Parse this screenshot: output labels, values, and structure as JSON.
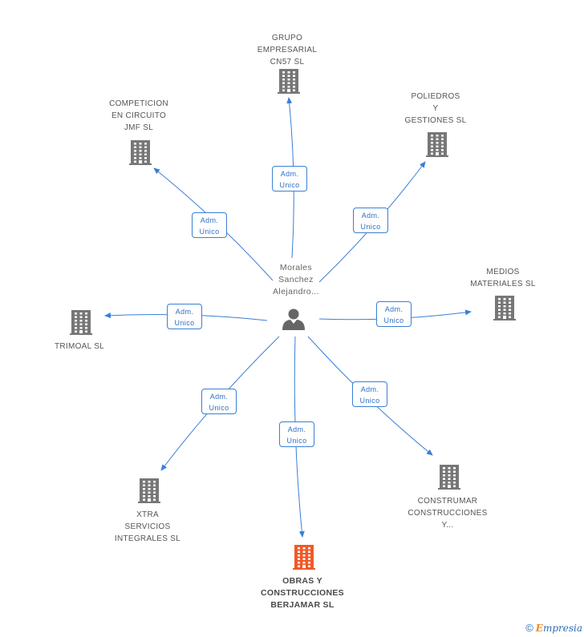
{
  "center": {
    "lines": [
      "Morales",
      "Sanchez",
      "Alejandro..."
    ]
  },
  "nodes": [
    {
      "id": "grupo",
      "lines": [
        "GRUPO",
        "EMPRESARIAL",
        "CN57 SL"
      ],
      "color": "#777777",
      "focus": false
    },
    {
      "id": "competicion",
      "lines": [
        "COMPETICION",
        "EN CIRCUITO",
        "JMF SL"
      ],
      "color": "#777777",
      "focus": false
    },
    {
      "id": "poliedros",
      "lines": [
        "POLIEDROS",
        "Y",
        "GESTIONES  SL"
      ],
      "color": "#777777",
      "focus": false
    },
    {
      "id": "medios",
      "lines": [
        "MEDIOS",
        "MATERIALES SL"
      ],
      "color": "#777777",
      "focus": false
    },
    {
      "id": "trimoal",
      "lines": [
        "TRIMOAL SL"
      ],
      "color": "#777777",
      "focus": false
    },
    {
      "id": "xtra",
      "lines": [
        "XTRA",
        "SERVICIOS",
        "INTEGRALES SL"
      ],
      "color": "#777777",
      "focus": false
    },
    {
      "id": "obras",
      "lines": [
        "OBRAS Y",
        "CONSTRUCCIONES",
        "BERJAMAR SL"
      ],
      "color": "#f05a28",
      "focus": true
    },
    {
      "id": "construmar",
      "lines": [
        "CONSTRUMAR",
        "CONSTRUCCIONES",
        "Y..."
      ],
      "color": "#777777",
      "focus": false
    }
  ],
  "edge_label": [
    "Adm.",
    "Unico"
  ],
  "footer": {
    "copyright": "©",
    "brand_first": "E",
    "brand_rest": "mpresia"
  },
  "colors": {
    "edge": "#3a7fd5",
    "building": "#777777",
    "building_focus": "#f05a28",
    "person": "#666666"
  }
}
